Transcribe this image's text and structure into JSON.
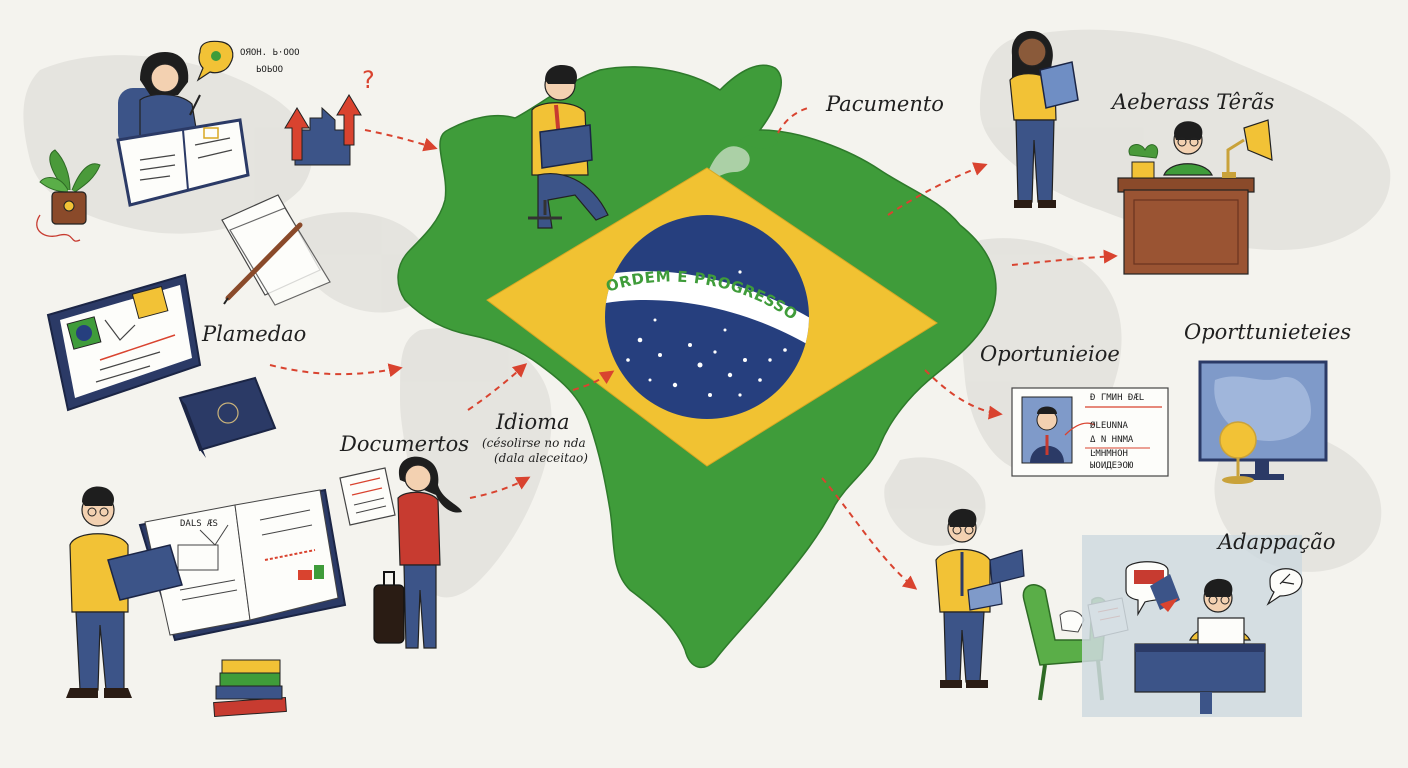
{
  "flag": {
    "motto": "ORDEM E PROGRESSO",
    "colors": {
      "green": "#3f9c3a",
      "yellow": "#f1c232",
      "blue": "#263f7e",
      "band": "#ffffff"
    }
  },
  "labels": {
    "planejamento": "Plamedao",
    "documentos": "Documertos",
    "idioma": "Idioma",
    "idioma_sub_1": "(césolirse no nda",
    "idioma_sub_2": "(dala aleceitao)",
    "pagamento": "Pacumento",
    "areas": "Aeberass Têrãs",
    "oportunidades_left": "Oportunieioe",
    "oportunidades_right": "Oporttunieteies",
    "adaptacao": "Adappação"
  },
  "notes": {
    "top_left_row_1": "ОЯОН. Ь·ООО",
    "top_left_row_2": "ЬОЬОО"
  },
  "document_card": {
    "lines": [
      "Ð ГМИН ÐÆL",
      "ØLEUNNA",
      "Δ Ν ΗΝΜΑ",
      "ĿΜΗΜΗΟΗ",
      "ЫОИДЕЭОЮ"
    ]
  },
  "palette": {
    "ink": "#222222",
    "arrow": "#d9432f",
    "shirt_yellow": "#f2c236",
    "pants_blue": "#3c5488",
    "shirt_red": "#c73b30",
    "wood": "#8a4a2a",
    "world_map": "#e2e1dc"
  }
}
